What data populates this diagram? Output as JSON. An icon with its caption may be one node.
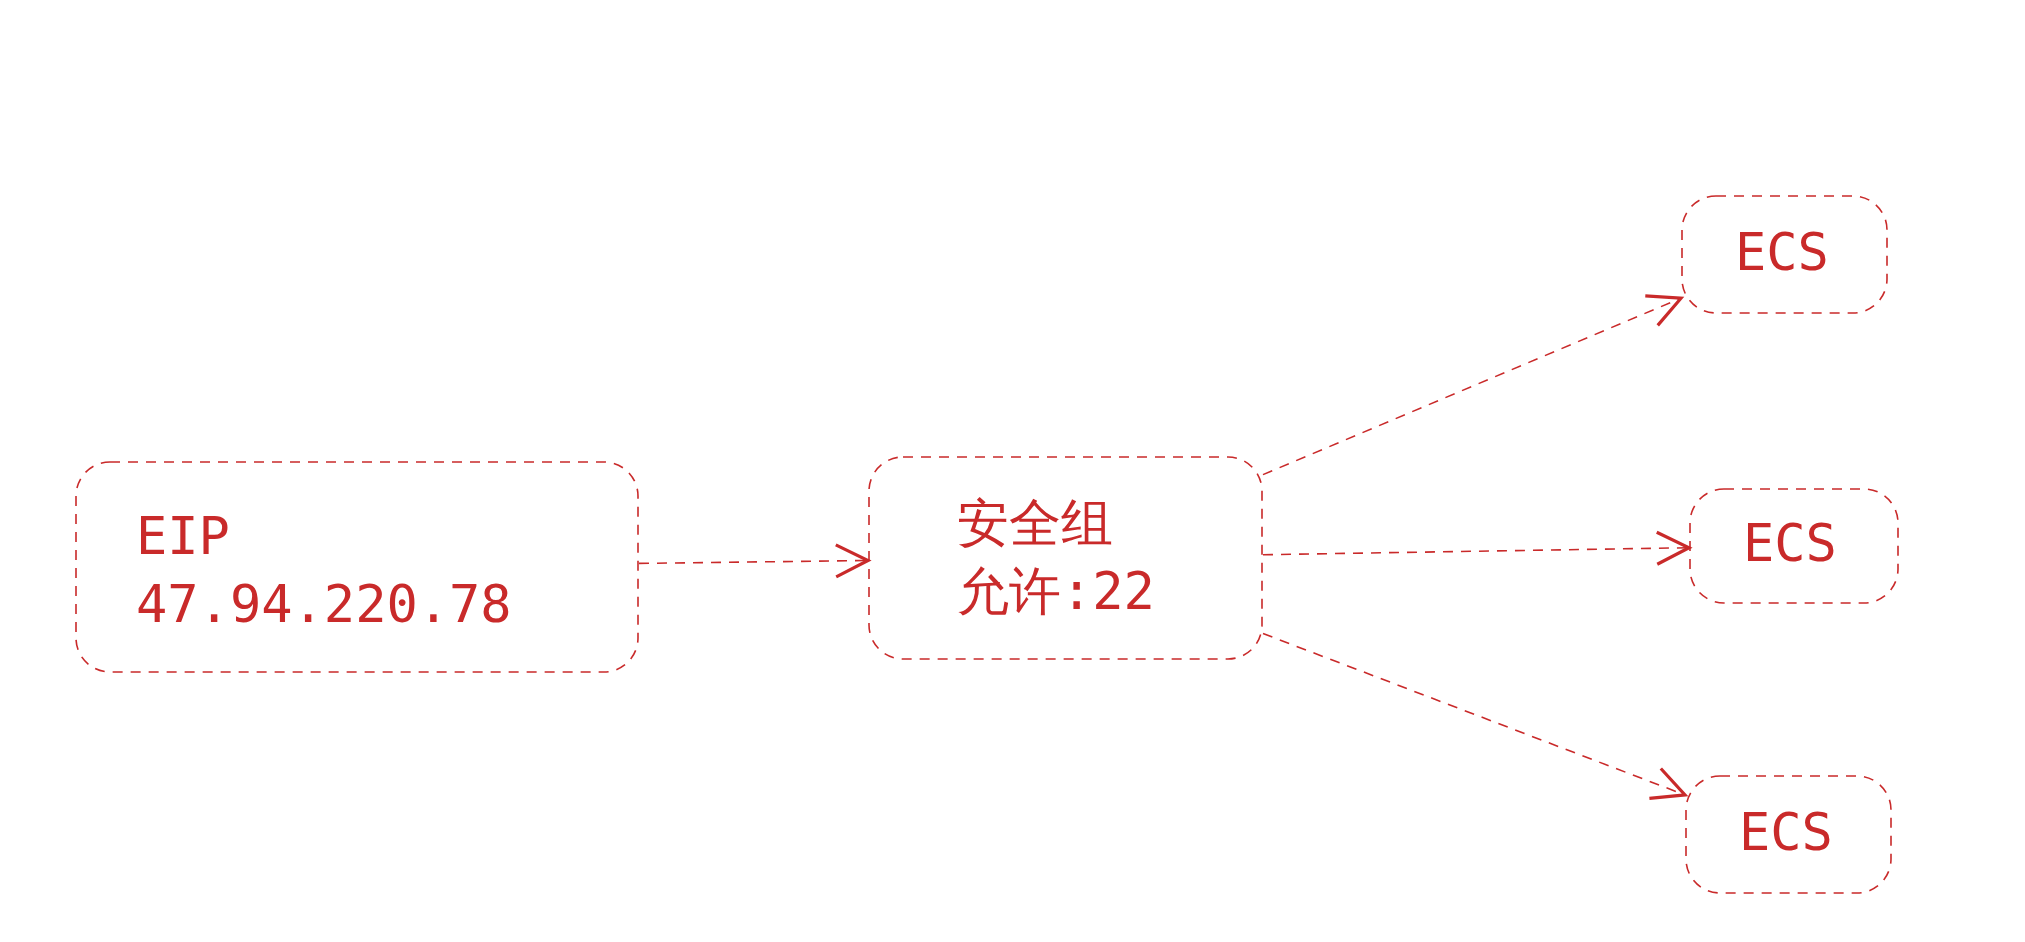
{
  "diagram": {
    "nodes": [
      {
        "text": [
          "EIP 47.94.220.78"
        ]
      },
      {
        "text": [
          "安全组允许:22"
        ]
      },
      {
        "text": [
          "ECS"
        ]
      },
      {
        "text": [
          "ECS"
        ]
      },
      {
        "text": [
          "ECS"
        ]
      }
    ],
    "edges": [
      {
        "from": 0,
        "to": 1,
        "arrow": "to",
        "style": "dashed"
      },
      {
        "from": 1,
        "to": 2,
        "arrow": "to",
        "style": "dashed"
      },
      {
        "from": 1,
        "to": 3,
        "arrow": "to",
        "style": "dashed"
      },
      {
        "from": 1,
        "to": 4,
        "arrow": "to",
        "style": "dashed"
      }
    ]
  }
}
